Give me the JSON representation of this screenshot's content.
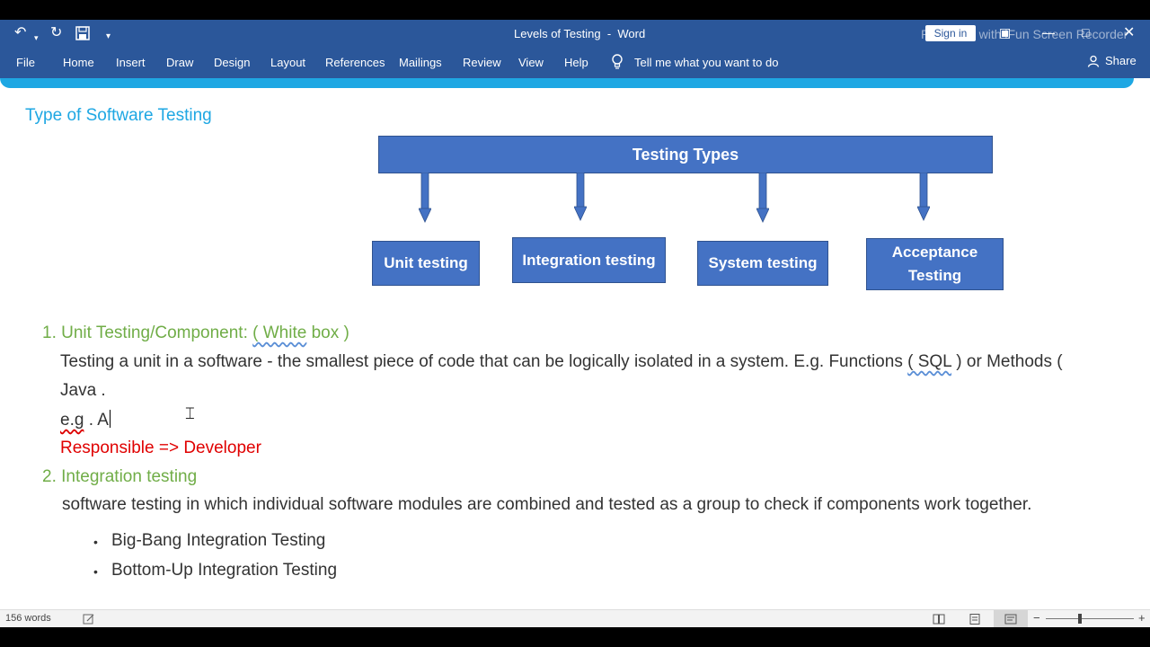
{
  "window": {
    "title": "Levels of Testing  -  Word",
    "sign_in": "Sign in",
    "watermark": "Recorded with iFun Screen Recorder"
  },
  "quick_access": {
    "icons": [
      "undo-icon",
      "redo-icon",
      "save-icon",
      "customize-icon"
    ]
  },
  "ribbon": {
    "tabs": [
      "File",
      "Home",
      "Insert",
      "Draw",
      "Design",
      "Layout",
      "References",
      "Mailings",
      "Review",
      "View",
      "Help"
    ],
    "tell_me": "Tell me what you want to do",
    "share": "Share"
  },
  "document": {
    "heading": "Type of Software Testing",
    "diagram": {
      "root": "Testing Types",
      "children": [
        "Unit testing",
        "Integration testing",
        "System testing",
        "Acceptance Testing"
      ]
    },
    "section1": {
      "num": "1.",
      "title_a": "Unit Testing/Component: ",
      "title_b": "( White",
      "title_c": " box )",
      "line1_a": "Testing a unit in a software - the smallest piece of code that can be logically isolated in a system. E.g. Functions ",
      "line1_b": "( SQL",
      "line1_c": " ) or Methods (",
      "line2": "Java .",
      "line3_a": "e.g",
      "line3_b": " . A",
      "responsible": "Responsible => Developer"
    },
    "section2": {
      "num": "2.",
      "title": "Integration testing",
      "desc": "software testing in which individual software modules are combined and tested as a group to check if components work together.",
      "bullets": [
        "Big-Bang Integration Testing",
        "Bottom-Up Integration Testing"
      ]
    }
  },
  "status": {
    "words": "156 words"
  },
  "colors": {
    "ribbon": "#2b579a",
    "accent": "#1ea7e3",
    "shape": "#4472c4",
    "green": "#70ad47",
    "red": "#e00000"
  }
}
